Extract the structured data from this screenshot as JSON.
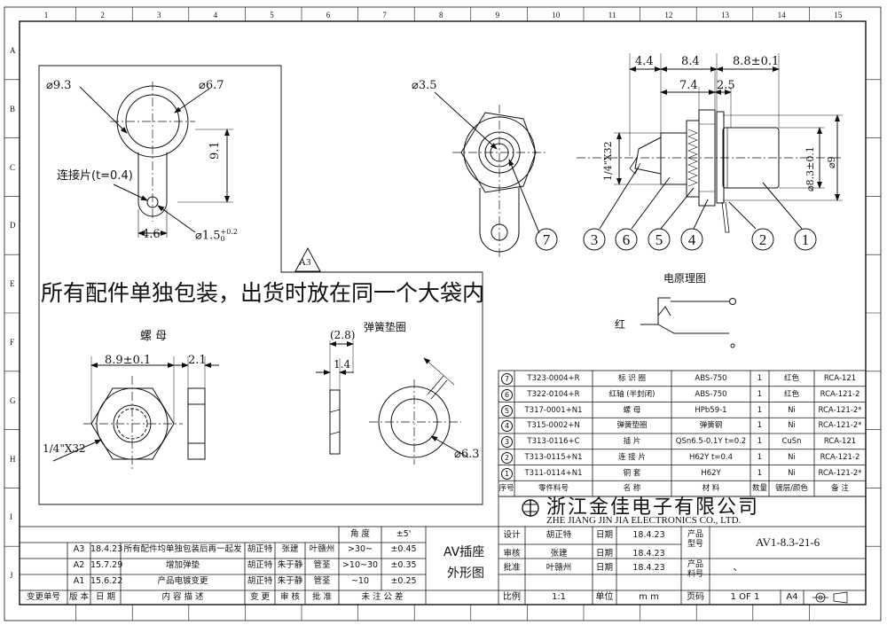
{
  "zones": {
    "top": [
      "1",
      "2",
      "3",
      "4",
      "5",
      "6",
      "7",
      "8",
      "9",
      "10",
      "11",
      "12",
      "13",
      "14",
      "15"
    ],
    "left": [
      "A",
      "B",
      "C",
      "D",
      "E",
      "F",
      "G",
      "H",
      "I",
      "J"
    ]
  },
  "note": "所有配件单独包装，出货时放在同一个大袋内",
  "revision_marker": "A3",
  "top_view": {
    "dia_outer": "⌀9.3",
    "dia_inner": "⌀6.7",
    "height": "9.1",
    "tab_label": "连接片(t=0.4)",
    "tab_width": "4.6",
    "hole_dia": "⌀1.5",
    "hole_tol_upper": "+0.2",
    "hole_tol_lower": "0"
  },
  "front_view": {
    "dia": "⌀3.5",
    "callout": "7"
  },
  "side_view": {
    "dims": [
      "4.4",
      "8.4",
      "8.8±0.1",
      "7.4",
      "2.5"
    ],
    "thread": "1/4\"X32",
    "dia_body": "⌀8.3±0.1",
    "dia_outer": "⌀9",
    "callouts": [
      "3",
      "6",
      "5",
      "4",
      "2",
      "1"
    ]
  },
  "circuit": {
    "title": "电原理图",
    "label": "红"
  },
  "nut": {
    "title": "螺  母",
    "width": "8.9±0.1",
    "thickness": "2.1",
    "thread": "1/4\"X32"
  },
  "washer": {
    "title": "弹簧垫圈",
    "thickness_ref": "(2.8)",
    "thickness": "1.4",
    "dia": "⌀6.3"
  },
  "bom": {
    "headers": [
      "序号",
      "零件料号",
      "名    称",
      "材        料",
      "数量",
      "镀层/颜色",
      "备  注"
    ],
    "rows": [
      [
        "7",
        "T323-0004+R",
        "标 识 圈",
        "ABS-750",
        "1",
        "红色",
        "RCA-121"
      ],
      [
        "6",
        "T322-0104+R",
        "红轴 (半封闭)",
        "ABS-750",
        "1",
        "红色",
        "RCA-121-2"
      ],
      [
        "5",
        "T317-0001+N1",
        "螺    母",
        "HPb59-1",
        "1",
        "Ni",
        "RCA-121-2*"
      ],
      [
        "4",
        "T315-0002+N",
        "弹簧垫圈",
        "弹簧钢",
        "1",
        "Ni",
        "RCA-121-2*"
      ],
      [
        "3",
        "T313-0116+C",
        "插    片",
        "QSn6.5-0.1Y t=0.2",
        "1",
        "CuSn",
        "RCA-121"
      ],
      [
        "2",
        "T313-0115+N1",
        "连 接 片",
        "H62Y t=0.4",
        "1",
        "Ni",
        "RCA-121-2"
      ],
      [
        "1",
        "T311-0114+N1",
        "铜    套",
        "H62Y",
        "1",
        "Ni",
        "RCA-121-2*"
      ]
    ]
  },
  "company": {
    "name_cn": "浙江金佳电子有限公司",
    "name_en": "ZHE  JIANG  JIN  JIA  ELECTRONICS  CO., LTD."
  },
  "revisions": {
    "rows": [
      [
        "A3",
        "18.4.23",
        "所有配件均单独包装后再一起发",
        "胡正特",
        "张建",
        "叶赣州"
      ],
      [
        "A2",
        "15.7.29",
        "增加弹垫",
        "胡正特",
        "朱于静",
        "管荃"
      ],
      [
        "A1",
        "15.6.22",
        "产品电镀变更",
        "胡正特",
        "朱于静",
        "管荃"
      ]
    ],
    "headers": [
      "变更单号",
      "版 本",
      "日 期",
      "内 容 描 述",
      "变  更",
      "审  核",
      "批  准"
    ]
  },
  "tolerance": {
    "header": [
      "角  度",
      "±5'"
    ],
    "rows": [
      [
        ">30~",
        "±0.45"
      ],
      [
        ">10~30",
        "±0.35"
      ],
      [
        "~10",
        "±0.25"
      ]
    ],
    "footer": "未 注 公 差"
  },
  "title": {
    "line1": "AV插座",
    "line2": "外形图"
  },
  "approvals": [
    [
      "设计",
      "胡正特",
      "日期",
      "18.4.23"
    ],
    [
      "审核",
      "张建",
      "日期",
      "18.4.23"
    ],
    [
      "批准",
      "叶赣州",
      "日期",
      "18.4.23"
    ]
  ],
  "product_no_label": "产品\n型号",
  "product_no": "AV1-8.3-21-6",
  "part_no_label": "产品\n料号",
  "part_no": "、",
  "footer": {
    "scale_label": "比例",
    "scale": "1:1",
    "unit_label": "单位",
    "unit": "m m",
    "page_label": "页码",
    "page": "1 OF 1",
    "size": "A4"
  }
}
